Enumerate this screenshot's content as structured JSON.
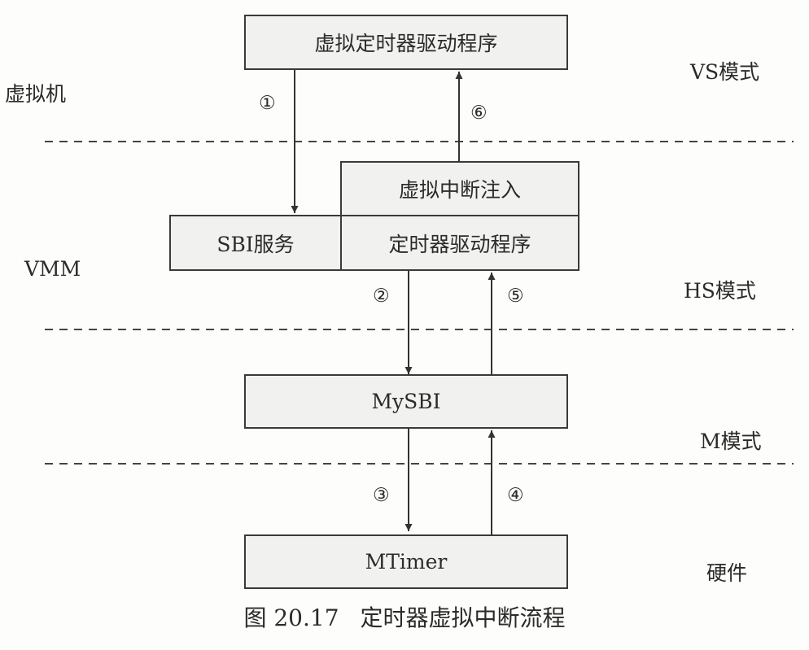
{
  "boxes": {
    "virtual_timer_driver": "虚拟定时器驱动程序",
    "virtual_interrupt_injection": "虚拟中断注入",
    "sbi_service": "SBI服务",
    "timer_driver": "定时器驱动程序",
    "mysbi": "MySBI",
    "mtimer": "MTimer"
  },
  "layer_labels_left": {
    "virtual_machine": "虚拟机",
    "vmm": "VMM"
  },
  "mode_labels_right": {
    "vs_mode": "VS模式",
    "hs_mode": "HS模式",
    "m_mode": "M模式",
    "hardware": "硬件"
  },
  "steps": {
    "s1": "①",
    "s2": "②",
    "s3": "③",
    "s4": "④",
    "s5": "⑤",
    "s6": "⑥"
  },
  "caption": {
    "number": "图 20.17",
    "title": "定时器虚拟中断流程"
  }
}
